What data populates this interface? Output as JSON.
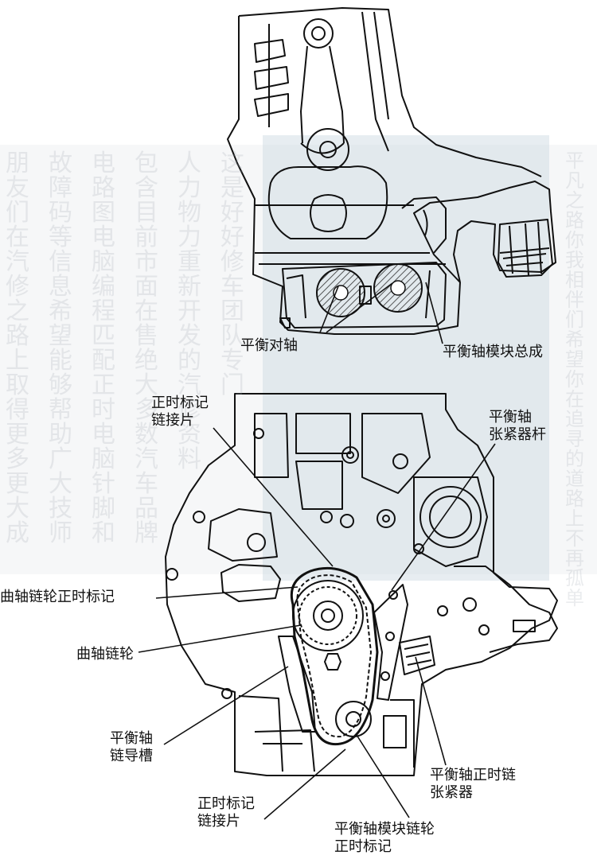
{
  "labels": {
    "balance_pair": "平衡对轴",
    "module_assembly": "平衡轴模块总成",
    "timing_link_top": [
      "正时标记",
      "链接片"
    ],
    "tensioner_arm": [
      "平衡轴",
      "张紧器杆"
    ],
    "crank_mark": "曲轴链轮正时标记",
    "crank_sprocket": "曲轴链轮",
    "chain_guide": [
      "平衡轴",
      "链导槽"
    ],
    "chain_tensioner": [
      "平衡轴正时链",
      "张紧器"
    ],
    "timing_link_bottom": [
      "正时标记",
      "链接片"
    ],
    "module_sprocket_mark": [
      "平衡轴模块链轮",
      "正时标记"
    ]
  },
  "watermark": {
    "columns": [
      "朋友们在汽修之路上取得更多更大成",
      "故障码等信息希望能够帮助广大技师",
      "电路图电脑编程匹配正时电脑针脚和",
      "包含目前市面在售绝大多数汽车品牌",
      "人力物力重新开发的汽修资料",
      "这是好好修车团队专门"
    ],
    "right_column": "平凡之路你我相伴们希望你在追寻的道路上不再孤单",
    "color": "#9aa8b4"
  },
  "colors": {
    "line": "#111111",
    "hatch": "#333333",
    "watermark_panel": "#c9d6df"
  }
}
